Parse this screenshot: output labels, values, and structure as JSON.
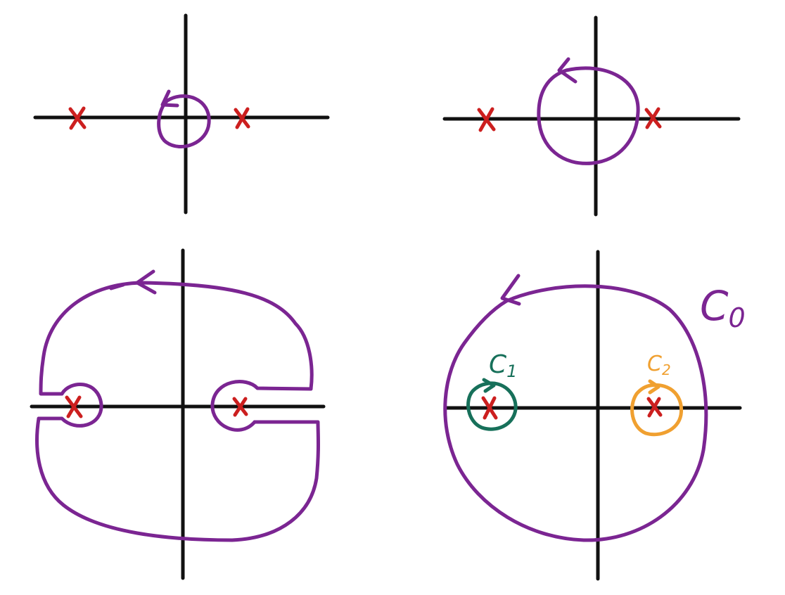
{
  "diagram": {
    "colors": {
      "axis": "#111111",
      "pole": "#cc1f1f",
      "main_contour": "#7b2592",
      "c1": "#17705a",
      "c2": "#f0a030"
    },
    "icons": [
      "pole-cross-icon",
      "arrow-head-icon"
    ],
    "labels": {
      "c0": "C",
      "c0_sub": "0",
      "c1": "C",
      "c1_sub": "1",
      "c2": "C",
      "c2_sub": "2"
    }
  }
}
